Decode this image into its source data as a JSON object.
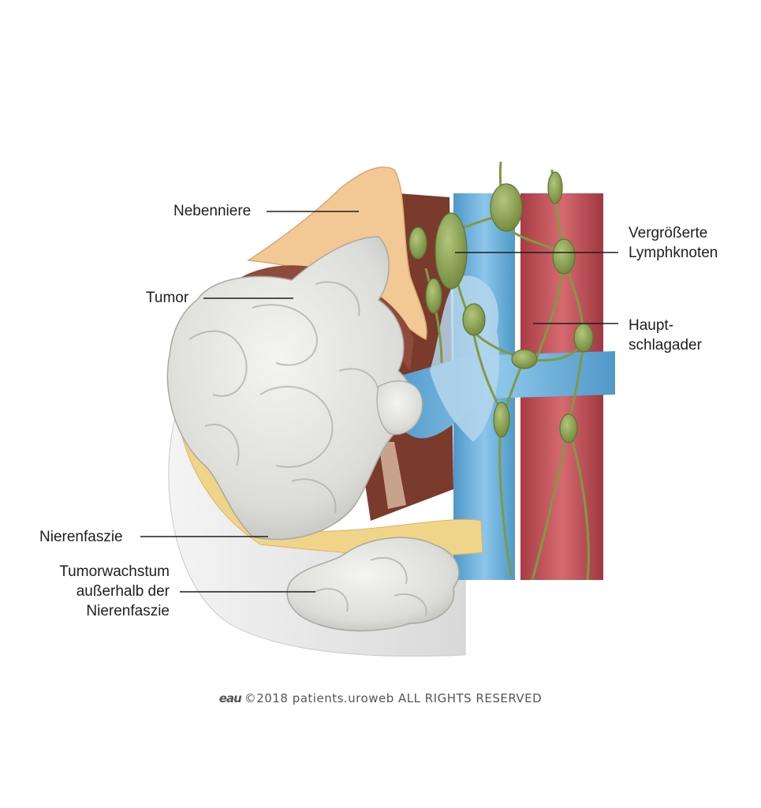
{
  "labels": {
    "adrenal": "Nebenniere",
    "tumor": "Tumor",
    "lymph_line1": "Vergrößerte",
    "lymph_line2": "Lymphknoten",
    "aorta_line1": "Haupt-",
    "aorta_line2": "schlagader",
    "fascia": "Nierenfaszie",
    "outside_line1": "Tumorwachstum",
    "outside_line2": "außerhalb der",
    "outside_line3": "Nierenfaszie"
  },
  "footer": {
    "logo": "eau",
    "copyright": "©2018 patients.uroweb ALL RIGHTS RESERVED"
  },
  "colors": {
    "aorta": "#c8525a",
    "vena_cava": "#6eb3dd",
    "lymph": "#8ea55a",
    "tumor": "#e6e6e3",
    "adrenal": "#f2c894",
    "fat": "#f0d48a",
    "kidney": "#6b2f24"
  }
}
